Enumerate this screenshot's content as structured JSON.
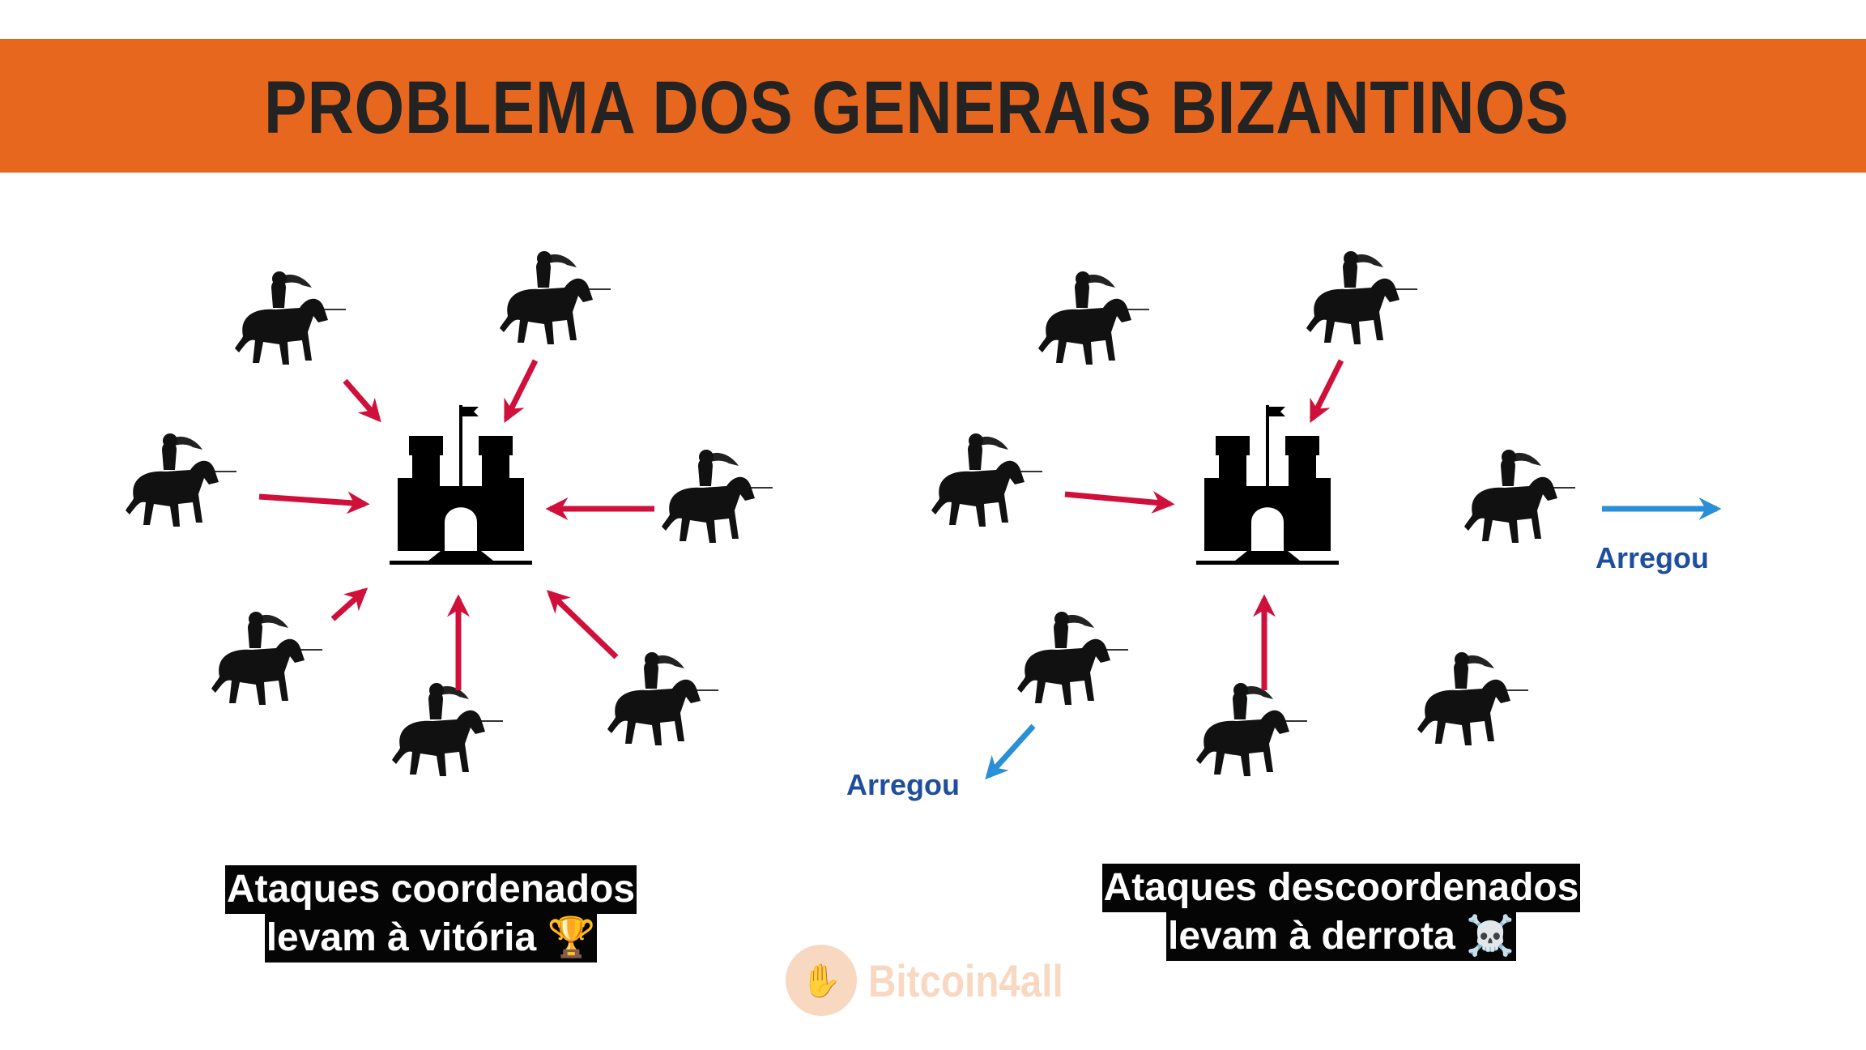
{
  "title": "PROBLEMA DOS GENERAIS BIZANTINOS",
  "left_panel": {
    "caption_line1": "Ataques coordenados",
    "caption_line2": "levam à vitória",
    "caption_emoji": "🏆"
  },
  "right_panel": {
    "caption_line1": "Ataques descoordenados",
    "caption_line2": "levam à derrota",
    "caption_emoji": "☠️",
    "retreat_label_right": "Arregou",
    "retreat_label_left": "Arregou"
  },
  "watermark": {
    "text": "Bitcoin4all"
  },
  "colors": {
    "band": "#e8671e",
    "attack_arrow": "#d0103a",
    "retreat_arrow": "#2a8fd6",
    "retreat_label": "#1f4e9c"
  }
}
